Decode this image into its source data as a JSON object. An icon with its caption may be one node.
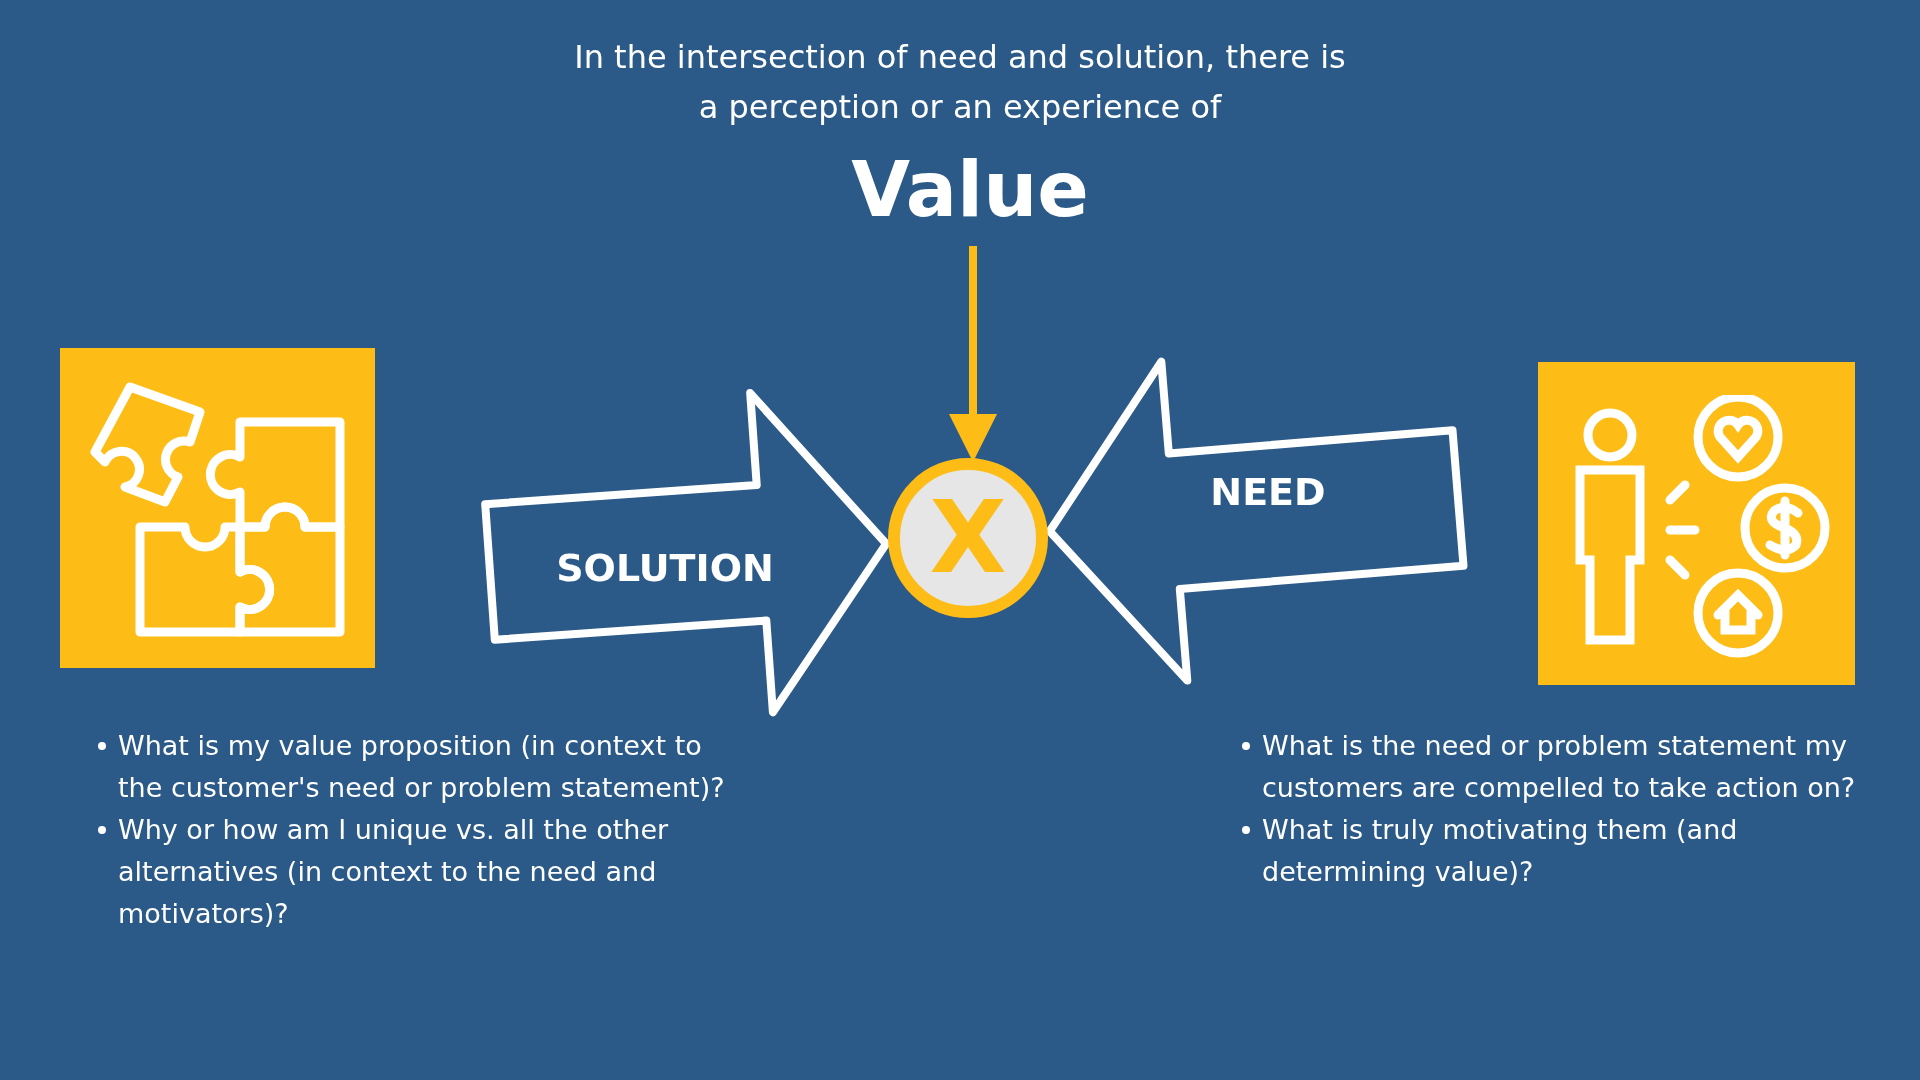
{
  "diagram": {
    "title": "In the intersection of need and solution, there is a perception or an experience of",
    "nodes": [
      {
        "text": [
          "Value"
        ]
      },
      {
        "text": [
          "X"
        ]
      }
    ],
    "edges": [
      {
        "from": 0,
        "to": 1,
        "arrow": "to",
        "color": "#fdbd16"
      },
      {
        "from": null,
        "to": 1,
        "arrow": "to",
        "label": "SOLUTION",
        "style": "thick"
      },
      {
        "from": null,
        "to": 1,
        "arrow": "to",
        "label": "NEED",
        "style": "thick"
      }
    ],
    "labels": [
      "What is my value proposition (in context to the customer's need or problem statement)?",
      "Why or how am I unique vs. all the other alternatives (in context to the need and motivators)?",
      "What is the need or problem statement my customers are compelled to take action on?",
      "What is truly motivating them (and determining value)?"
    ]
  }
}
